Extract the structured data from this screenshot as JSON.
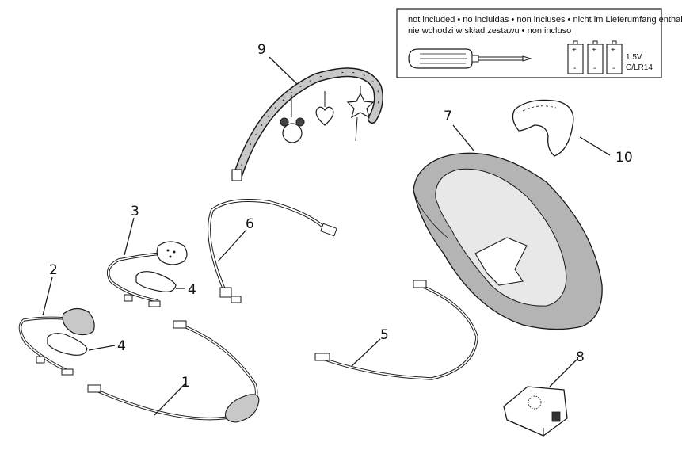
{
  "not_included_box": {
    "line1": "not included • no incluidas • non incluses • nicht im Lieferumfang enthalten",
    "line2": "nie wchodzi w skład zestawu • non incluso",
    "battery_voltage": "1.5V",
    "battery_type": "C/LR14",
    "battery_plus": "+",
    "battery_minus": "-"
  },
  "parts": {
    "p1": "1",
    "p2": "2",
    "p3": "3",
    "p4a": "4",
    "p4b": "4",
    "p5": "5",
    "p6": "6",
    "p7": "7",
    "p8": "8",
    "p9": "9",
    "p10": "10"
  },
  "colors": {
    "line": "#1a1a1a",
    "fabric_dark": "#b4b4b4",
    "fabric_light": "#e8e8e8"
  }
}
